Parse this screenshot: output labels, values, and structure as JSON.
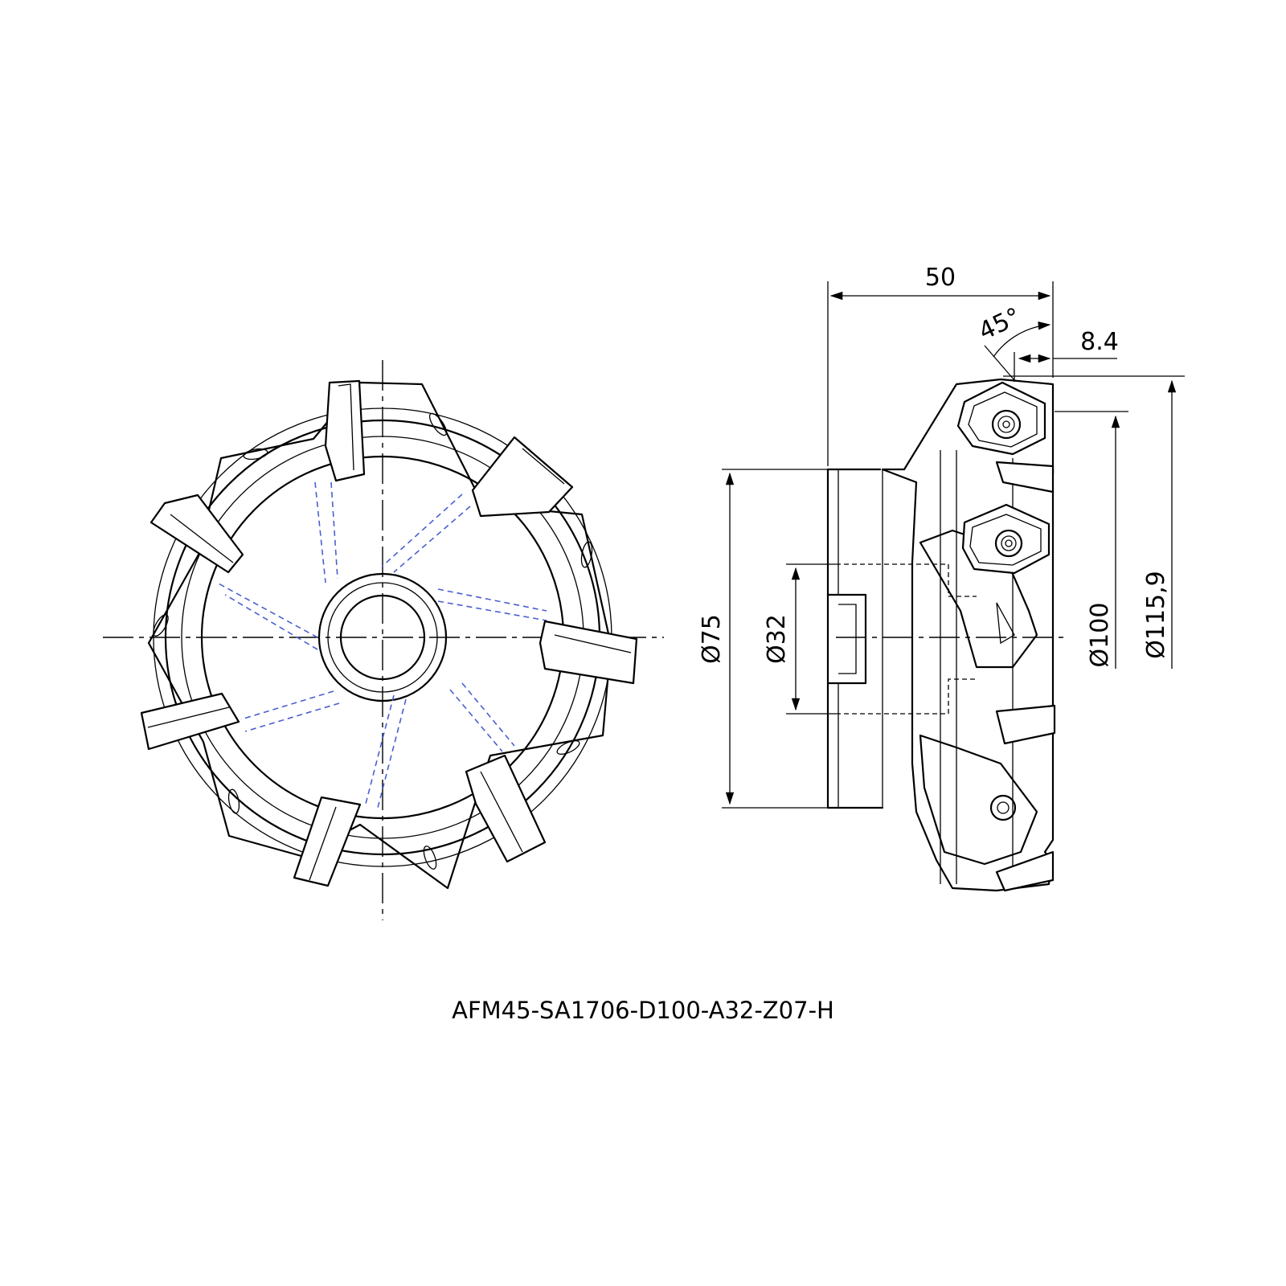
{
  "dimensions": {
    "length": "50",
    "angle": "45°",
    "insert_offset": "8.4",
    "shank_diameter": "Ø75",
    "bore_diameter": "Ø32",
    "cutting_diameter": "Ø100",
    "max_diameter": "Ø115,9"
  },
  "caption": "AFM45-SA1706-D100-A32-Z07-H",
  "colors": {
    "hidden_line": "#4a5fd0",
    "line": "#000000"
  }
}
